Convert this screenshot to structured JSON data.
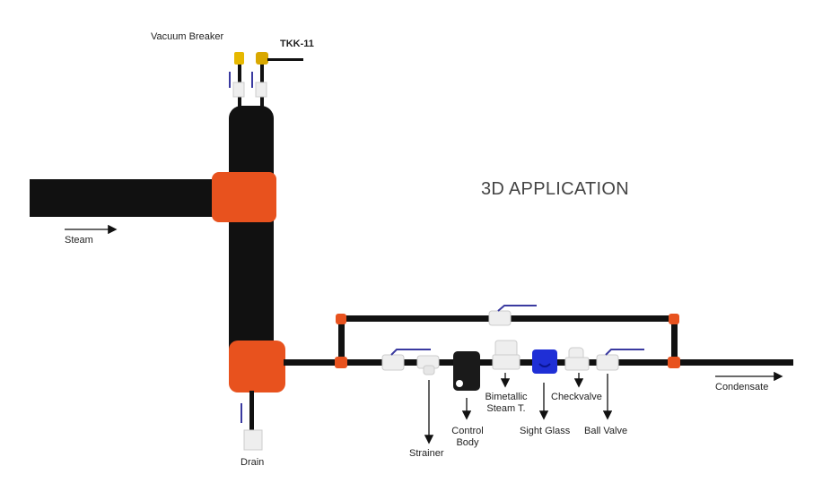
{
  "title": "3D APPLICATION",
  "labels": {
    "vacuum_breaker": "Vacuum Breaker",
    "tkk": "TKK-11",
    "steam": "Steam",
    "drain": "Drain",
    "condensate": "Condensate",
    "strainer": "Strainer",
    "control_body": "Control Body",
    "bimetallic": "Bimetallic Steam T.",
    "sight_glass": "Sight Glass",
    "checkvalve": "Checkvalve",
    "ball_valve": "Ball Valve"
  },
  "colors": {
    "pipe": "#111111",
    "fitting": "#e8521e",
    "valve": "#e9ecef",
    "sight_glass": "#1f2fd6",
    "handle": "#3a3aa0"
  }
}
